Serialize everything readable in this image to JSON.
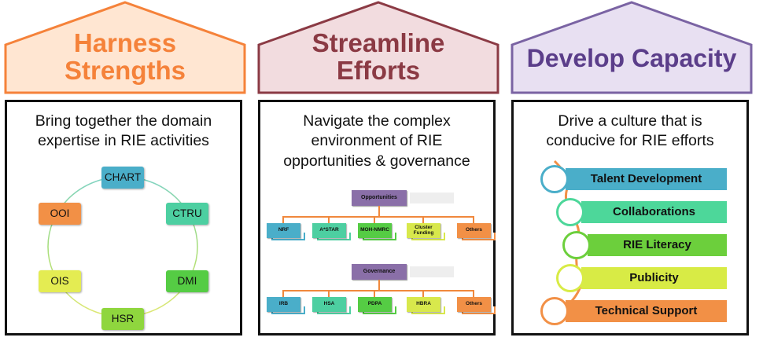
{
  "pillars": [
    {
      "title_lines": [
        "Harness",
        "Strengths"
      ],
      "description_lines": [
        "Bring together the domain",
        "expertise in RIE activities"
      ],
      "colors": {
        "title": "#f5823a",
        "roof_fill": "#ffe6d2",
        "roof_stroke": "#f5823a"
      },
      "cycle_nodes": [
        {
          "label": "CHART",
          "color": "#4aaec9"
        },
        {
          "label": "CTRU",
          "color": "#4dcfa1"
        },
        {
          "label": "DMI",
          "color": "#55cc44"
        },
        {
          "label": "HSR",
          "color": "#8fd63e"
        },
        {
          "label": "OIS",
          "color": "#e4ec52"
        },
        {
          "label": "OOI",
          "color": "#f29046"
        }
      ]
    },
    {
      "title_lines": [
        "Streamline",
        "Efforts"
      ],
      "description_lines": [
        "Navigate the complex",
        "environment of RIE",
        "opportunities & governance"
      ],
      "colors": {
        "title": "#8b3a44",
        "roof_fill": "#f2dcdf",
        "roof_stroke": "#8b3a44"
      },
      "org_charts": [
        {
          "header": "Opportunities",
          "children": [
            {
              "label": "NRF",
              "color": "#4aaec9"
            },
            {
              "label": "A*STAR",
              "color": "#4dcfa1"
            },
            {
              "label": "MOH-NMRC",
              "color": "#55cc44"
            },
            {
              "label": "Cluster Funding",
              "color": "#d8e84c"
            },
            {
              "label": "Others",
              "color": "#f29046"
            }
          ]
        },
        {
          "header": "Governance",
          "children": [
            {
              "label": "IRB",
              "color": "#4aaec9"
            },
            {
              "label": "HSA",
              "color": "#4dcfa1"
            },
            {
              "label": "PDPA",
              "color": "#55cc44"
            },
            {
              "label": "HBRA",
              "color": "#d8e84c"
            },
            {
              "label": "Others",
              "color": "#f29046"
            }
          ]
        }
      ]
    },
    {
      "title_lines": [
        "Develop Capacity"
      ],
      "description_lines": [
        "Drive a culture that is",
        "conducive for RIE efforts"
      ],
      "colors": {
        "title": "#5b3e8a",
        "roof_fill": "#e8e0f2",
        "roof_stroke": "#7a63a3"
      },
      "list_items": [
        {
          "label": "Talent Development",
          "color": "#4aaec9"
        },
        {
          "label": "Collaborations",
          "color": "#4dd79a"
        },
        {
          "label": "RIE Literacy",
          "color": "#6ccf3c"
        },
        {
          "label": "Publicity",
          "color": "#d8eb45"
        },
        {
          "label": "Technical Support",
          "color": "#f29046"
        }
      ]
    }
  ]
}
